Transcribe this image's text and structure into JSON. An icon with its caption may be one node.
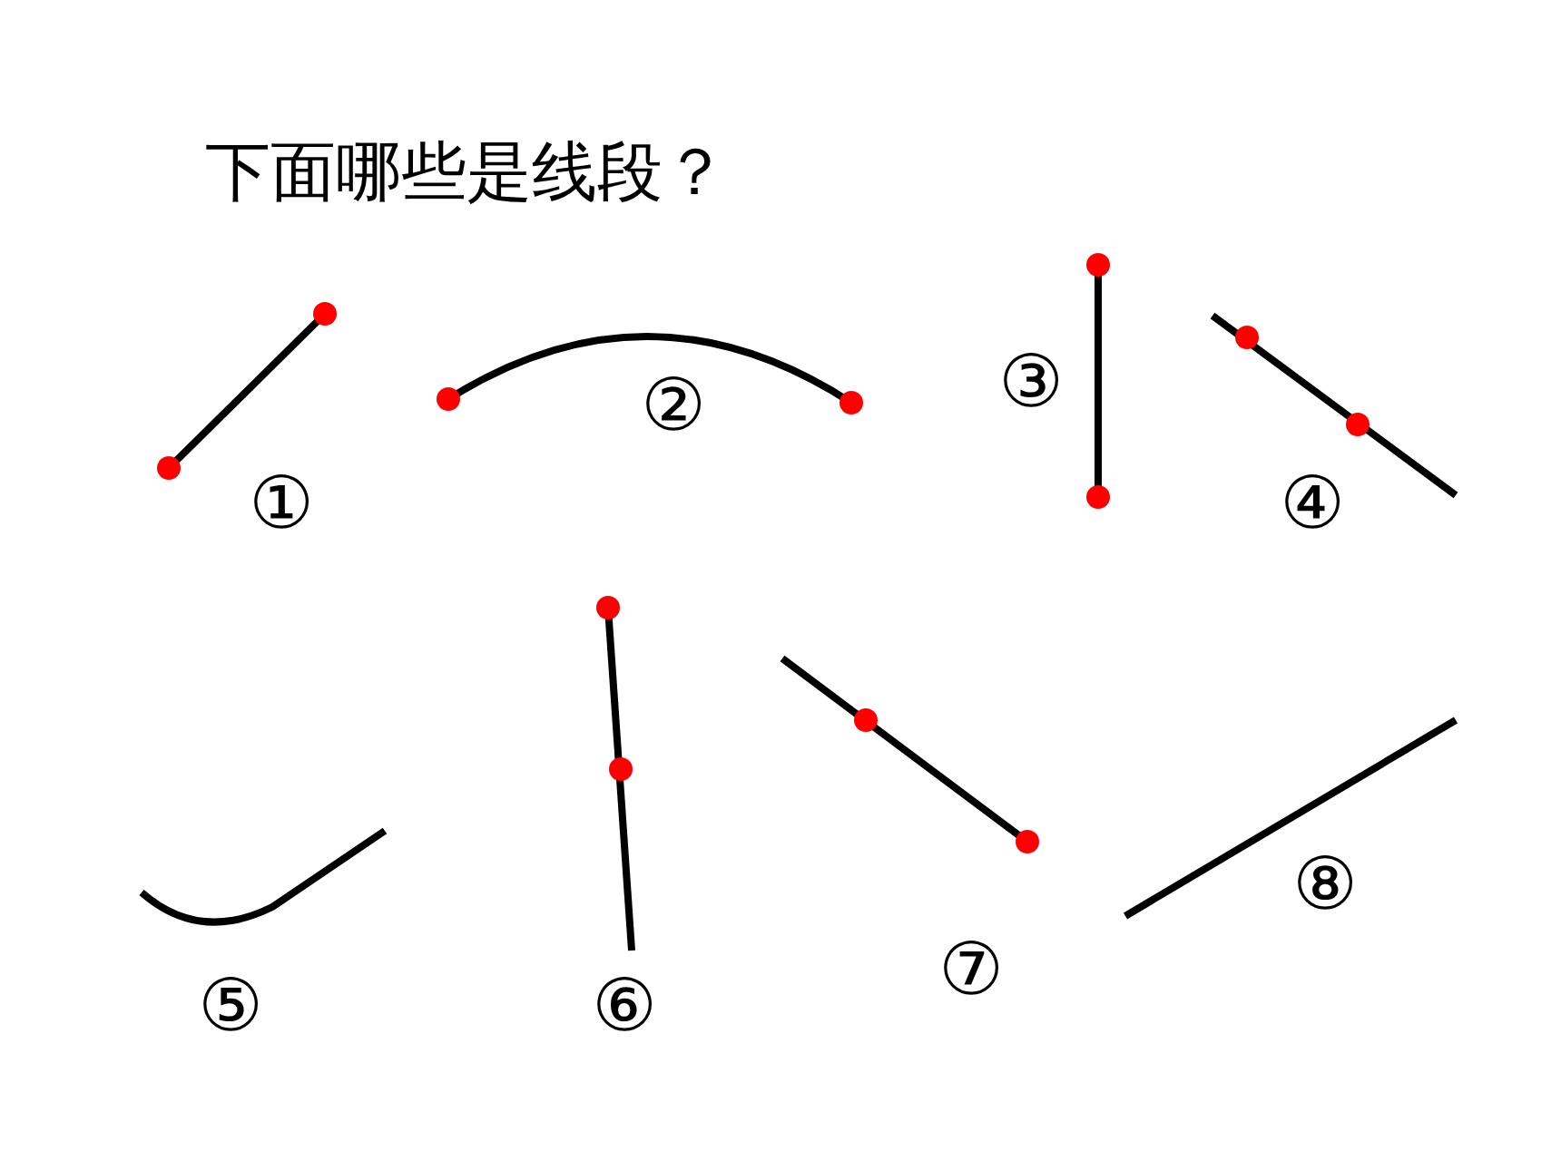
{
  "diagram": {
    "title": "下面哪些是线段？",
    "labels": [
      "①",
      "②",
      "③",
      "④",
      "⑤",
      "⑥",
      "⑦",
      "⑧"
    ]
  }
}
